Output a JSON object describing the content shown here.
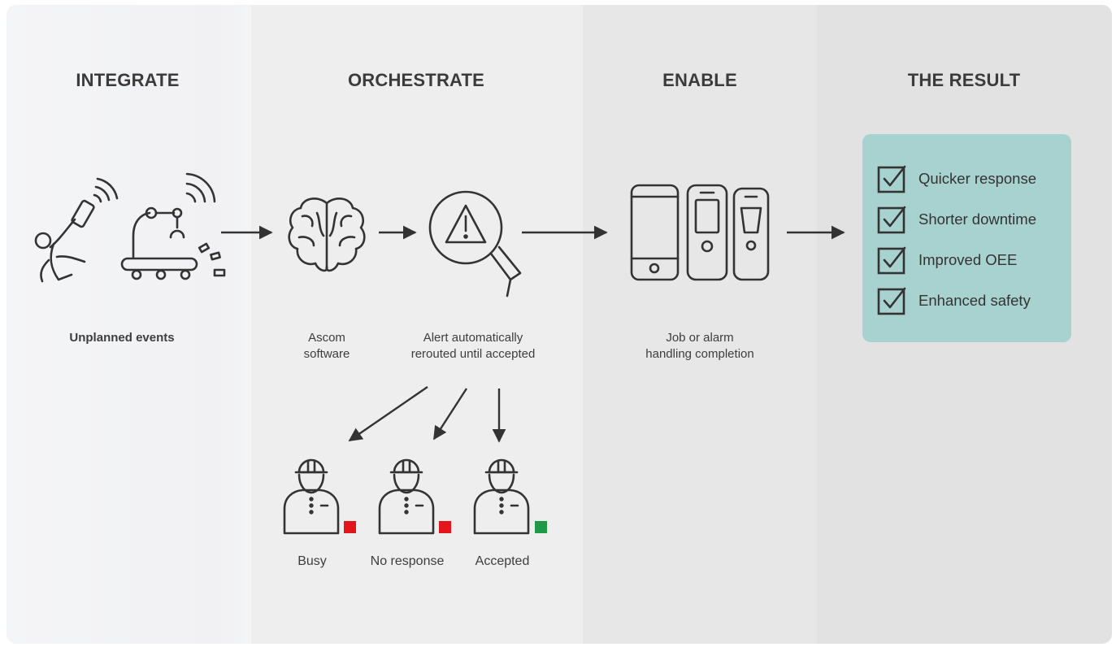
{
  "columns": [
    {
      "heading": "INTEGRATE",
      "bg": "#f2f3f5"
    },
    {
      "heading": "ORCHESTRATE",
      "bg": "#eeeeee"
    },
    {
      "heading": "ENABLE",
      "bg": "#e7e7e7"
    },
    {
      "heading": "THE RESULT",
      "bg": "#e2e2e2"
    }
  ],
  "integrate": {
    "caption": "Unplanned events"
  },
  "orchestrate": {
    "software_caption": [
      "Ascom",
      "software"
    ],
    "alert_caption": [
      "Alert automatically",
      "rerouted until accepted"
    ],
    "workers": [
      {
        "label": "Busy",
        "status_color": "#e3161b"
      },
      {
        "label": "No response",
        "status_color": "#e3161b"
      },
      {
        "label": "Accepted",
        "status_color": "#1e9a47"
      }
    ]
  },
  "enable": {
    "caption": [
      "Job or alarm",
      "handling completion"
    ]
  },
  "result": {
    "box_color": "#a8d2d0",
    "items": [
      "Quicker response",
      "Shorter downtime",
      "Improved OEE",
      "Enhanced safety"
    ]
  },
  "icons": [
    "falling-person-icon",
    "robot-arm-conveyor-icon",
    "brain-icon",
    "alert-magnifier-icon",
    "smartphone-icon",
    "handset-icon",
    "worker-icon",
    "checkbox-icon",
    "arrow-icon"
  ]
}
